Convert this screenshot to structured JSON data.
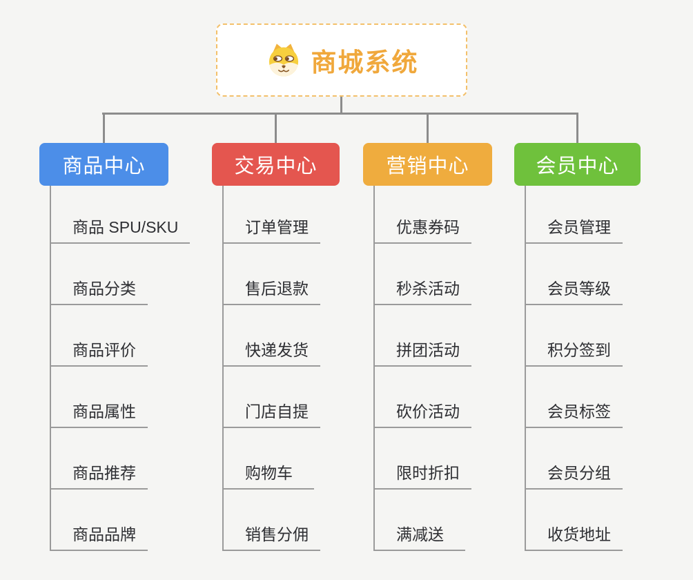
{
  "root": {
    "title": "商城系统",
    "icon": "dog-face-icon",
    "text_color": "#F0A83C",
    "border_color": "#F3C06A"
  },
  "colors": {
    "background": "#F5F5F3",
    "connector_line": "#8C8C8C",
    "leaf_line": "#9A9A9A",
    "leaf_text": "#2E2F33"
  },
  "branches": [
    {
      "label": "商品中心",
      "color": "#4C8EE8",
      "items": [
        "商品 SPU/SKU",
        "商品分类",
        "商品评价",
        "商品属性",
        "商品推荐",
        "商品品牌"
      ]
    },
    {
      "label": "交易中心",
      "color": "#E4564F",
      "items": [
        "订单管理",
        "售后退款",
        "快递发货",
        "门店自提",
        "购物车",
        "销售分佣"
      ]
    },
    {
      "label": "营销中心",
      "color": "#EFAC3E",
      "items": [
        "优惠券码",
        "秒杀活动",
        "拼团活动",
        "砍价活动",
        "限时折扣",
        "满减送"
      ]
    },
    {
      "label": "会员中心",
      "color": "#6FC13C",
      "items": [
        "会员管理",
        "会员等级",
        "积分签到",
        "会员标签",
        "会员分组",
        "收货地址"
      ]
    }
  ]
}
